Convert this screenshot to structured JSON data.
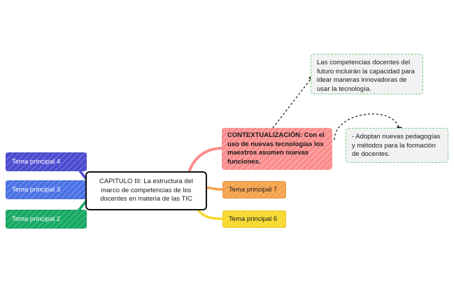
{
  "mindmap": {
    "center": {
      "label": "CAPITULO III: La estructura del marco de competencias de los docentes en materia de las TIC"
    },
    "topics": {
      "t4": {
        "label": "Tema principal 4",
        "color": "#4a4ad0"
      },
      "t3": {
        "label": "Tema principal 3",
        "color": "#4a70e6"
      },
      "t2": {
        "label": "Tema principal 2",
        "color": "#15a862"
      },
      "context": {
        "label": "CONTEXTUALIZACIÓN: Con el uso de nuevas tecnologías los maestros asumen nuevas funciones.",
        "color": "#fb8c8c"
      },
      "t7": {
        "label": "Tema principal 7",
        "color": "#f5a14a"
      },
      "t6": {
        "label": "Tema principal 6",
        "color": "#f7d82a"
      }
    },
    "callouts": {
      "top": {
        "label": "Las competencias docentes del futuro incluirán la capacidad para idear maneras innovadoras de usar la tecnología."
      },
      "right": {
        "label": "- Adoptan nuevas pedagogías y métodos para la formación de docentes."
      }
    }
  }
}
